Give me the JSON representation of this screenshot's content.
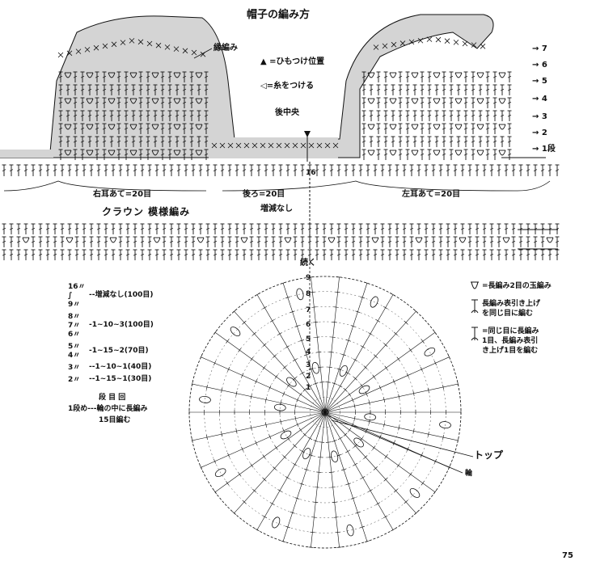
{
  "title": "帽子の編み方",
  "labels": {
    "edge_stitch": "縁編み",
    "cord_position": "▲ =ひもつけ位置",
    "attach_yarn": "◁=糸をつける",
    "back_center": "後中央",
    "right_ear": "右耳あて=20目",
    "back": "後ろ=20目",
    "left_ear": "左耳あて=20目",
    "crown": "クラウン 模様編み",
    "no_change": "増減なし",
    "continue": "続く",
    "top": "トップ",
    "ring": "輪",
    "page_number": "75"
  },
  "ear_flap_rows": [
    "7",
    "6",
    "5",
    "4",
    "3",
    "2",
    "1段"
  ],
  "crown_row_numbers": [
    "16",
    "9",
    "8",
    "7",
    "6",
    "5",
    "4",
    "3",
    "2",
    "1"
  ],
  "row_table": {
    "rows": [
      {
        "rows": "16〃\n∫\n9〃",
        "note": "--増減なし(100目)"
      },
      {
        "rows": "8〃\n7〃\n6〃",
        "note": "-1~10~3(100目)"
      },
      {
        "rows": "5〃\n4〃",
        "note": "-1~15~2(70目)"
      },
      {
        "rows": "3〃",
        "note": "--1~10~1(40目)"
      },
      {
        "rows": "2〃",
        "note": "--1~15~1(30目)"
      }
    ],
    "header": "段 目 回",
    "first_row_line1": "1段め---輪の中に長編み",
    "first_row_line2": "15目編む"
  },
  "legend": [
    {
      "icon": "puff-stitch-icon",
      "text": "=長編み2目の玉編み"
    },
    {
      "icon": "front-post-dc-icon",
      "text": "長編み表引き上げ\nを同じ目に編む"
    },
    {
      "icon": "dc-and-front-post-icon",
      "text": "=同じ目に長編み\n1目、長編み表引\nき上げ1目を編む"
    }
  ],
  "colors": {
    "shading": "#d4d4d4",
    "ink": "#111111"
  }
}
